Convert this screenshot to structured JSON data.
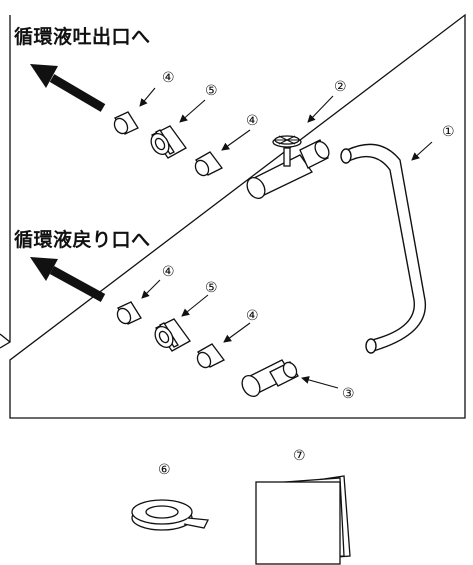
{
  "labels": {
    "outlet_heading": "循環液吐出口へ",
    "return_heading": "循環液戻り口へ"
  },
  "callouts": {
    "c1": "①",
    "c2": "②",
    "c3": "③",
    "c4a": "④",
    "c4b": "④",
    "c4c": "④",
    "c4d": "④",
    "c5a": "⑤",
    "c5b": "⑤",
    "c6": "⑥",
    "c7": "⑦"
  },
  "colors": {
    "line": "#111111",
    "background": "#ffffff"
  }
}
